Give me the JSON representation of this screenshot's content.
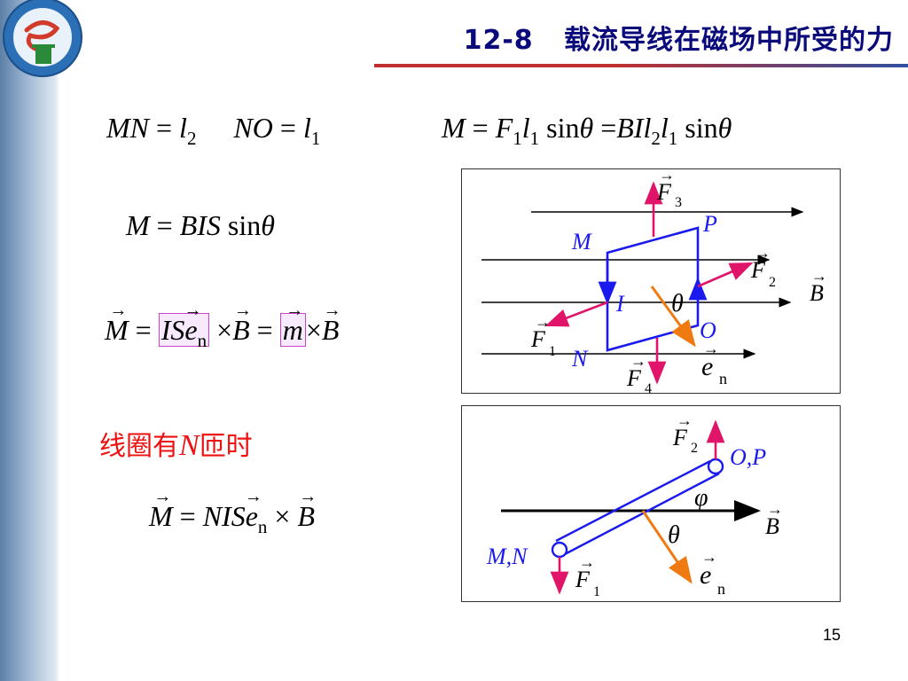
{
  "title": "12-8   载流导线在磁场中所受的力",
  "page_number": "15",
  "colors": {
    "title": "#0a0a7a",
    "force_arrow": "#e0156a",
    "loop": "#1a1aee",
    "normal_arrow": "#f07a12",
    "field_line": "#000000",
    "note": "#ee1111"
  },
  "equations": {
    "lengths": {
      "a_lhs": "MN",
      "a_sym": "l",
      "a_sub": "2",
      "b_lhs": "NO",
      "b_sym": "l",
      "b_sub": "1"
    },
    "torque": {
      "M": "M",
      "F": "F",
      "F_sub": "1",
      "l": "l",
      "l_sub": "1",
      "sin": "sin",
      "theta": "θ",
      "B": "B",
      "I": "I",
      "l2": "l",
      "l2_sub": "2",
      "l1": "l",
      "l1_sub": "1"
    },
    "bis": {
      "M": "M",
      "BIS": "BIS",
      "sin": "sin",
      "theta": "θ"
    },
    "vector": {
      "M": "M",
      "IS": "IS",
      "e": "e",
      "e_sub": "n",
      "B": "B",
      "m": "m"
    },
    "n_turns_note": {
      "text_before": "线圈有",
      "n": "N",
      "text_after": "匝时"
    },
    "nis": {
      "M": "M",
      "NIS": "NIS",
      "e": "e",
      "e_sub": "n",
      "B": "B"
    }
  },
  "diagram_top": {
    "labels": {
      "F3": "F",
      "F3_sub": "3",
      "P": "P",
      "M": "M",
      "F2": "F",
      "F2_sub": "2",
      "B": "B",
      "I": "I",
      "theta": "θ",
      "O": "O",
      "F1": "F",
      "F1_sub": "1",
      "N": "N",
      "en": "e",
      "en_sub": "n",
      "F4": "F",
      "F4_sub": "4"
    }
  },
  "diagram_bottom": {
    "labels": {
      "F2": "F",
      "F2_sub": "2",
      "OP": "O,P",
      "phi": "φ",
      "B": "B",
      "theta": "θ",
      "MN": "M,N",
      "F1": "F",
      "F1_sub": "1",
      "en": "e",
      "en_sub": "n"
    }
  }
}
